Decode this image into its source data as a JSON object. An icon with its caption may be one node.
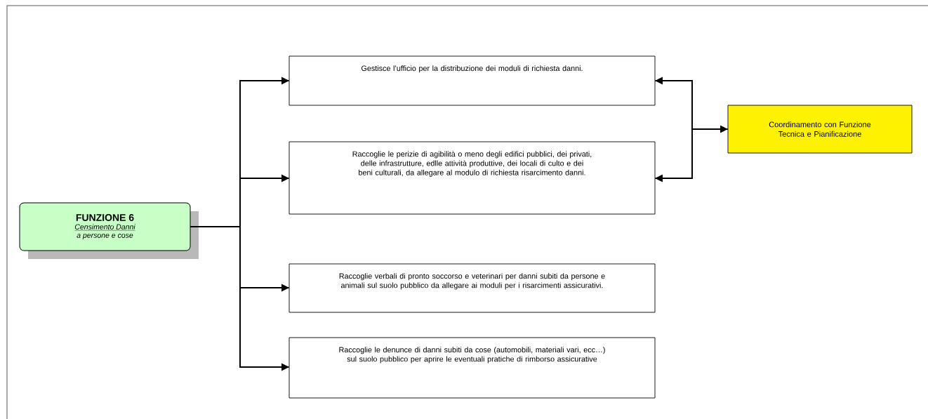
{
  "diagram": {
    "nodes": [
      {
        "text": [
          "FUNZIONE 6",
          "Censimento Danni",
          "a persone e cose"
        ]
      },
      {
        "text": [
          "Gestisce l’ufficio per la distribuzione dei moduli di richiesta danni."
        ]
      },
      {
        "text": [
          "Raccoglie le perizie di agibilità o meno degli edifici pubblici, dei privati, delle infrastrutture, edlle attività produttive, dei locali di culto e dei beni culturali, da allegare al modulo di richiesta risarcimento danni."
        ]
      },
      {
        "text": [
          "Raccoglie verbali di pronto soccorso e veterinari per danni subiti da persone e animali sul suolo pubblico da allegare ai moduli per i risarcimenti assicurativi."
        ]
      },
      {
        "text": [
          "Raccoglie le denunce di danni subiti da cose (automobili, materiali vari, ecc…) sul suolo pubblico per aprire le eventuali pratiche di rimborso assicurative"
        ]
      },
      {
        "text": [
          "Coordinamento con Funzione Tecnica e Pianificazione"
        ]
      }
    ],
    "edges": [
      {
        "from": 0,
        "to": 1,
        "arrow": "to"
      },
      {
        "from": 0,
        "to": 2,
        "arrow": "to"
      },
      {
        "from": 0,
        "to": 3,
        "arrow": "to"
      },
      {
        "from": 0,
        "to": 4,
        "arrow": "to"
      },
      {
        "from": 5,
        "to": 1,
        "arrow": "both"
      },
      {
        "from": 5,
        "to": 2,
        "arrow": "to"
      }
    ]
  }
}
